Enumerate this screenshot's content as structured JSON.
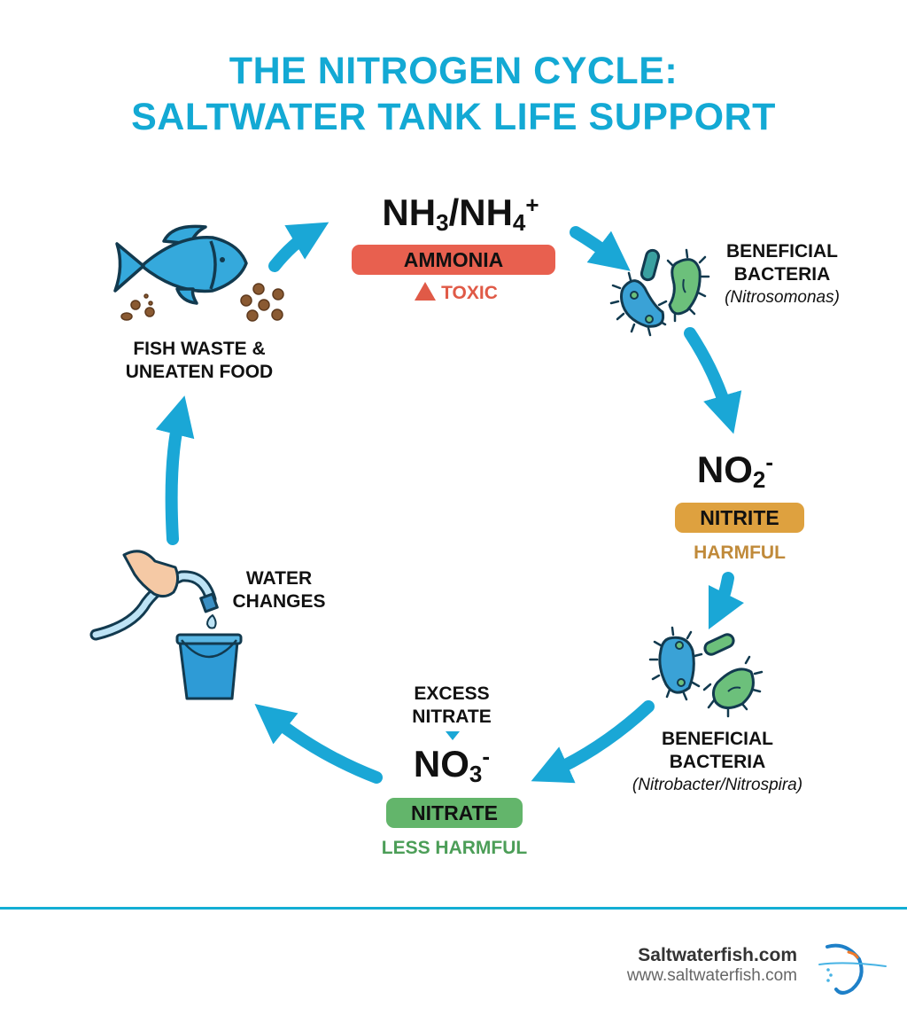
{
  "title": {
    "line1": "THE NITROGEN CYCLE:",
    "line2": "SALTWATER TANK LIFE SUPPORT"
  },
  "ammonia": {
    "formula_a": "NH",
    "sub_a": "3",
    "slash": "/NH",
    "sub_b": "4",
    "sup": "+",
    "name": "AMMONIA",
    "status": "TOXIC",
    "status_icon": "warning-triangle-icon",
    "color": "#e8604f"
  },
  "nitrite": {
    "formula": "NO",
    "sub": "2",
    "sup": "-",
    "name": "NITRITE",
    "status": "HARMFUL",
    "color": "#dea13f",
    "status_color": "#c08a3a"
  },
  "nitrate": {
    "pre_label_1": "EXCESS",
    "pre_label_2": "NITRATE",
    "formula": "NO",
    "sub": "3",
    "sup": "-",
    "name": "NITRATE",
    "status": "LESS HARMFUL",
    "color": "#63b56b",
    "status_color": "#4c9e58"
  },
  "fish_waste": {
    "line1": "FISH WASTE &",
    "line2": "UNEATEN FOOD",
    "icon": "fish-icon"
  },
  "bacteria_1": {
    "line1": "BENEFICIAL",
    "line2": "BACTERIA",
    "species": "(Nitrosomonas)",
    "icon": "bacteria-icon"
  },
  "bacteria_2": {
    "line1": "BENEFICIAL",
    "line2": "BACTERIA",
    "species": "(Nitrobacter/Nitrospira)",
    "icon": "bacteria-icon"
  },
  "water_changes": {
    "line1": "WATER",
    "line2": "CHANGES",
    "icon": "bucket-hose-icon"
  },
  "footer": {
    "brand": "Saltwaterfish.com",
    "url": "www.saltwaterfish.com",
    "logo": "saltwaterfish-logo-icon"
  },
  "colors": {
    "accent": "#13a9d4",
    "arrow": "#1aa7d6",
    "fish": "#35a9dc",
    "outline": "#123a4f",
    "bacteria_blue": "#3aa2d6",
    "bacteria_green": "#6cc07b",
    "food": "#8a5a32"
  }
}
